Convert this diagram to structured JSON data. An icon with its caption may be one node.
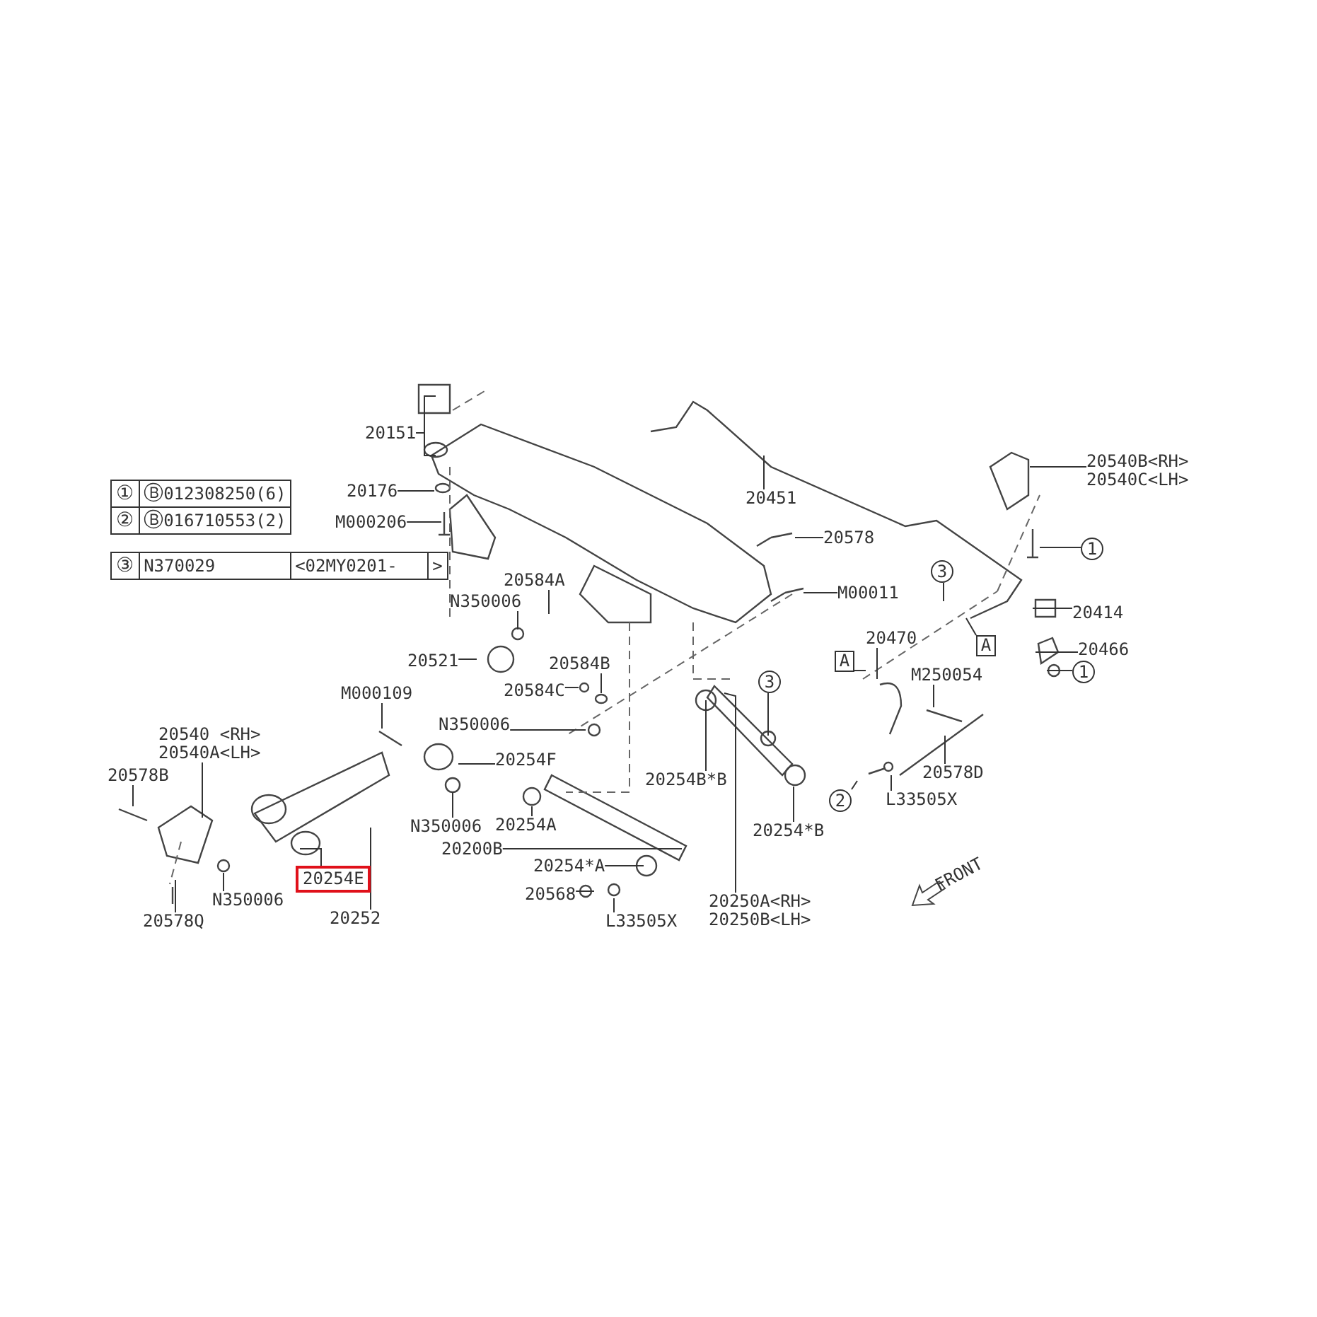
{
  "diagram": {
    "nodes": [
      {
        "text": [
          "20151"
        ]
      },
      {
        "text": [
          "20176"
        ]
      },
      {
        "text": [
          "M000206"
        ]
      },
      {
        "text": [
          "20451"
        ]
      },
      {
        "text": [
          "20540B<RH>",
          "20540C<LH>"
        ]
      },
      {
        "text": [
          "20578"
        ]
      },
      {
        "text": [
          "1"
        ]
      },
      {
        "text": [
          "20584A"
        ]
      },
      {
        "text": [
          "N350006"
        ]
      },
      {
        "text": [
          "M00011"
        ]
      },
      {
        "text": [
          "3"
        ]
      },
      {
        "text": [
          "20414"
        ]
      },
      {
        "text": [
          "A"
        ]
      },
      {
        "text": [
          "20521"
        ]
      },
      {
        "text": [
          "20584B"
        ]
      },
      {
        "text": [
          "20466"
        ]
      },
      {
        "text": [
          "1"
        ]
      },
      {
        "text": [
          "A"
        ]
      },
      {
        "text": [
          "20470"
        ]
      },
      {
        "text": [
          "M250054"
        ]
      },
      {
        "text": [
          "20584C"
        ]
      },
      {
        "text": [
          "M000109"
        ]
      },
      {
        "text": [
          "N350006"
        ]
      },
      {
        "text": [
          "3"
        ]
      },
      {
        "text": [
          "20540 <RH>",
          "20540A<LH>"
        ]
      },
      {
        "text": [
          "20254F"
        ]
      },
      {
        "text": [
          "20578B"
        ]
      },
      {
        "text": [
          "20254B*B"
        ]
      },
      {
        "text": [
          "2"
        ]
      },
      {
        "text": [
          "L33505X"
        ]
      },
      {
        "text": [
          "20578D"
        ]
      },
      {
        "text": [
          "N350006"
        ]
      },
      {
        "text": [
          "20254A"
        ]
      },
      {
        "text": [
          "20254*B"
        ]
      },
      {
        "text": [
          "20200B"
        ]
      },
      {
        "text": [
          "20254*A"
        ]
      },
      {
        "text": [
          "20254E"
        ]
      },
      {
        "text": [
          "N350006"
        ]
      },
      {
        "text": [
          "20568"
        ]
      },
      {
        "text": [
          "L33505X"
        ]
      },
      {
        "text": [
          "20250A<RH>",
          "20250B<LH>"
        ]
      },
      {
        "text": [
          "20252"
        ]
      },
      {
        "text": [
          "20578Q"
        ]
      }
    ],
    "edges": [
      {
        "from": 0,
        "to": null,
        "arrow": "none"
      },
      {
        "from": 0,
        "to": null,
        "arrow": "none"
      },
      {
        "from": 1,
        "to": null,
        "arrow": "none"
      },
      {
        "from": 2,
        "to": null,
        "arrow": "none"
      },
      {
        "from": 3,
        "to": null,
        "arrow": "none"
      },
      {
        "from": 4,
        "to": null,
        "arrow": "none"
      },
      {
        "from": 5,
        "to": null,
        "arrow": "none"
      },
      {
        "from": 6,
        "to": null,
        "arrow": "none"
      },
      {
        "from": 7,
        "to": null,
        "arrow": "none"
      },
      {
        "from": 8,
        "to": null,
        "arrow": "none"
      },
      {
        "from": 9,
        "to": null,
        "arrow": "none"
      },
      {
        "from": 10,
        "to": null,
        "arrow": "none"
      },
      {
        "from": 11,
        "to": null,
        "arrow": "none"
      },
      {
        "from": 12,
        "to": null,
        "arrow": "none"
      },
      {
        "from": 13,
        "to": null,
        "arrow": "none"
      },
      {
        "from": 14,
        "to": null,
        "arrow": "none"
      },
      {
        "from": 15,
        "to": null,
        "arrow": "none"
      },
      {
        "from": 16,
        "to": null,
        "arrow": "none"
      },
      {
        "from": 17,
        "to": null,
        "arrow": "none"
      },
      {
        "from": 18,
        "to": null,
        "arrow": "none"
      },
      {
        "from": 19,
        "to": null,
        "arrow": "none"
      },
      {
        "from": 20,
        "to": null,
        "arrow": "none"
      },
      {
        "from": 21,
        "to": null,
        "arrow": "none"
      },
      {
        "from": 22,
        "to": null,
        "arrow": "none"
      },
      {
        "from": 23,
        "to": null,
        "arrow": "none"
      },
      {
        "from": 24,
        "to": null,
        "arrow": "none"
      },
      {
        "from": 25,
        "to": null,
        "arrow": "none"
      },
      {
        "from": 26,
        "to": null,
        "arrow": "none"
      },
      {
        "from": 27,
        "to": null,
        "arrow": "none"
      },
      {
        "from": 28,
        "to": null,
        "arrow": "none"
      },
      {
        "from": 29,
        "to": null,
        "arrow": "none"
      },
      {
        "from": 30,
        "to": null,
        "arrow": "none"
      },
      {
        "from": 31,
        "to": null,
        "arrow": "none"
      },
      {
        "from": 32,
        "to": null,
        "arrow": "none"
      },
      {
        "from": 33,
        "to": null,
        "arrow": "none"
      },
      {
        "from": 34,
        "to": null,
        "arrow": "none"
      },
      {
        "from": 35,
        "to": null,
        "arrow": "none"
      },
      {
        "from": 36,
        "to": null,
        "arrow": "none"
      },
      {
        "from": 37,
        "to": null,
        "arrow": "none"
      },
      {
        "from": 38,
        "to": null,
        "arrow": "none"
      },
      {
        "from": 39,
        "to": null,
        "arrow": "none"
      },
      {
        "from": 40,
        "to": null,
        "arrow": "none"
      },
      {
        "from": 41,
        "to": null,
        "arrow": "none"
      },
      {
        "from": 42,
        "to": null,
        "arrow": "none"
      }
    ],
    "labels": [
      "①",
      "Ⓑ",
      "012308250(6)",
      "②",
      "Ⓑ",
      "016710553(2)",
      "③",
      "N370029",
      "<02MY0201-",
      ">",
      "FRONT"
    ]
  }
}
